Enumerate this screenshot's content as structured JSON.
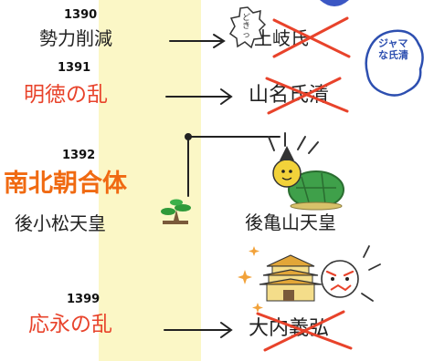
{
  "events": [
    {
      "year": "1390",
      "label": "勢力削減",
      "target": "土岐氏"
    },
    {
      "year": "1391",
      "label": "明徳の乱",
      "target": "山名氏清"
    },
    {
      "year": "1392",
      "label": "南北朝合体",
      "north": "後小松天皇",
      "south": "後亀山天皇"
    },
    {
      "year": "1399",
      "label": "応永の乱",
      "target": "大内義弘"
    }
  ],
  "bubbles": {
    "doki": "どきっ",
    "jama": "ジャマな氏清"
  },
  "colors": {
    "highlight": "#fbf7c6",
    "red": "#e8432b",
    "orange": "#f06a12",
    "cross": "#e8432b"
  }
}
